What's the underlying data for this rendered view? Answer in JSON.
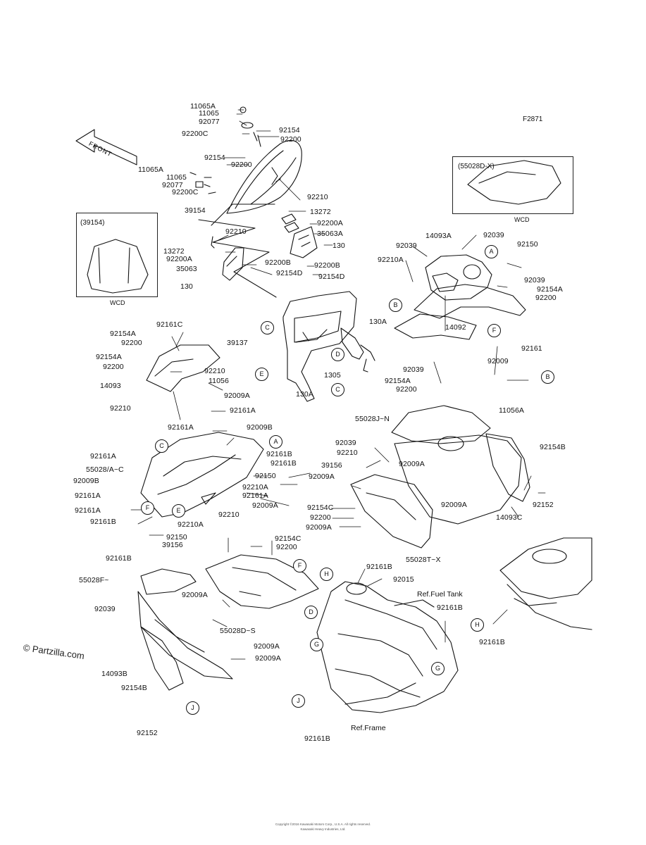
{
  "figure_code": "F2871",
  "watermark": "© Partzilla.com",
  "front_label": "FRONT",
  "footer": [
    "Copyright ©2016 Kawasaki Motors Corp., U.S.A. All rights reserved.",
    "Kawasaki Heavy Industries, Ltd."
  ],
  "insets": [
    {
      "id": "inset-windshield",
      "title": "(39154)",
      "note": "WCD"
    },
    {
      "id": "inset-cowling",
      "title": "(55028D-X)",
      "note": "WCD"
    }
  ],
  "refs": [
    {
      "id": "ref-fuel-tank",
      "text": "Ref.Fuel Tank"
    },
    {
      "id": "ref-frame",
      "text": "Ref.Frame"
    }
  ],
  "callouts": [
    {
      "id": "A1",
      "letter": "A"
    },
    {
      "id": "A2",
      "letter": "A"
    },
    {
      "id": "B1",
      "letter": "B"
    },
    {
      "id": "B2",
      "letter": "B"
    },
    {
      "id": "C1",
      "letter": "C"
    },
    {
      "id": "C2",
      "letter": "C"
    },
    {
      "id": "C3",
      "letter": "C"
    },
    {
      "id": "D1",
      "letter": "D"
    },
    {
      "id": "D2",
      "letter": "D"
    },
    {
      "id": "E1",
      "letter": "E"
    },
    {
      "id": "E2",
      "letter": "E"
    },
    {
      "id": "F1",
      "letter": "F"
    },
    {
      "id": "F2",
      "letter": "F"
    },
    {
      "id": "F3",
      "letter": "F"
    },
    {
      "id": "G1",
      "letter": "G"
    },
    {
      "id": "G2",
      "letter": "G"
    },
    {
      "id": "H1",
      "letter": "H"
    },
    {
      "id": "H2",
      "letter": "H"
    },
    {
      "id": "J1",
      "letter": "J"
    },
    {
      "id": "J2",
      "letter": "J"
    }
  ],
  "part_labels": [
    "11065A",
    "11065",
    "92077",
    "92200C",
    "92154",
    "92200",
    "92154",
    "92200",
    "11065A",
    "11065",
    "92077",
    "92200C",
    "92210",
    "39154",
    "13272",
    "92200A",
    "35063A",
    "130",
    "92210",
    "13272",
    "92200A",
    "35063",
    "92200B",
    "92154D",
    "92200B",
    "92154D",
    "130",
    "14093A",
    "92039",
    "92039",
    "92150",
    "92210A",
    "92039",
    "92154A",
    "92200",
    "14092",
    "130A",
    "39137",
    "1305",
    "92039",
    "92154A",
    "92200",
    "92161",
    "92009",
    "11056A",
    "130A",
    "92161C",
    "92154A",
    "92200",
    "92154A",
    "92200",
    "92210",
    "14093",
    "11056",
    "92210",
    "92009A",
    "92161A",
    "92161A",
    "92009B",
    "92161A",
    "92161B",
    "55028/A~C",
    "92161B",
    "92009B",
    "92150",
    "92161A",
    "92210A",
    "92161A",
    "92161A",
    "92161B",
    "92210A",
    "92150",
    "92161B",
    "55028J~N",
    "92039",
    "92210",
    "39156",
    "92009A",
    "92009A",
    "92154B",
    "92154C",
    "92200",
    "92009A",
    "55028T~X",
    "92009A",
    "14093C",
    "92152",
    "92210",
    "92009A",
    "39156",
    "92154C",
    "92200",
    "55028F~",
    "92039",
    "92009A",
    "55028D~S",
    "92009A",
    "92009A",
    "92161B",
    "92015",
    "92161B",
    "92161B",
    "14093B",
    "92154B",
    "92152",
    "92161B"
  ]
}
